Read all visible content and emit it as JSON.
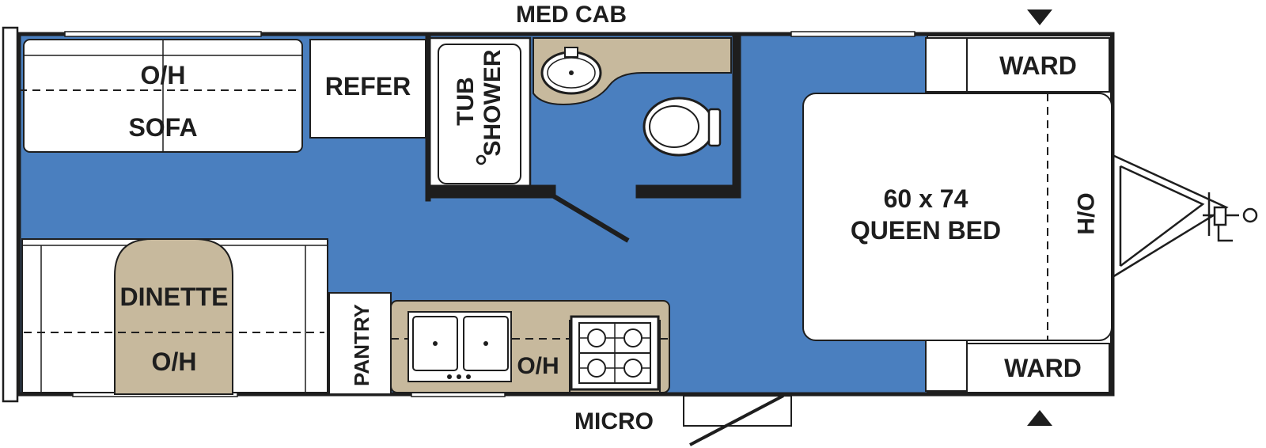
{
  "labels": {
    "med_cab": "MED CAB",
    "sofa_oh": "O/H",
    "sofa": "SOFA",
    "refer": "REFER",
    "tub": "TUB",
    "shower": "SHOWER",
    "ward_top": "WARD",
    "ward_bottom": "WARD",
    "bed_size": "60 x 74",
    "bed_name": "QUEEN BED",
    "bed_oh": "O/H",
    "dinette": "DINETTE",
    "dinette_oh": "O/H",
    "pantry": "PANTRY",
    "kitchen_oh": "O/H",
    "micro": "MICRO"
  },
  "colors": {
    "floor": "#4a7fbf",
    "tan": "#c7b99d",
    "outline": "#1e1e1e",
    "furniture": "#ffffff"
  }
}
